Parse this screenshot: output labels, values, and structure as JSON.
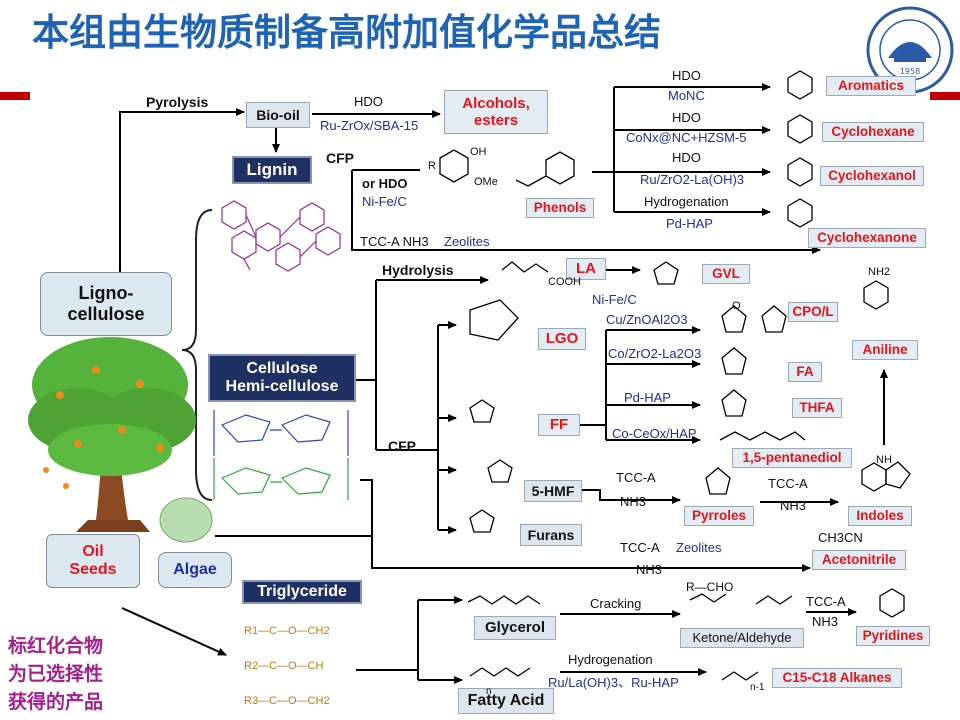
{
  "title": "本组由生物质制备高附加值化学品总结",
  "note_lines": [
    "标红化合物",
    "为已选择性",
    "获得的产品"
  ],
  "colors": {
    "title": "#1f63b5",
    "product_text": "#e8141b",
    "catalyst_text": "#1f2fa0",
    "dark_box": "#1f3163",
    "note": "#a4208c",
    "accent_bar": "#c00000"
  },
  "feedstocks": {
    "lignocellulose": "Ligno-\ncellulose",
    "oil_seeds": "Oil\nSeeds",
    "algae": "Algae"
  },
  "components": {
    "lignin": "Lignin",
    "cellulose": "Cellulose\nHemi-cellulose",
    "triglyceride": "Triglyceride"
  },
  "intermediates": {
    "bio_oil": "Bio-oil",
    "hmf": "5-HMF",
    "furans": "Furans",
    "glycerol": "Glycerol",
    "fatty_acid": "Fatty Acid",
    "ketone_aldehyde": "Ketone/Aldehyde"
  },
  "products": {
    "alcohols_esters": "Alcohols,\nesters",
    "aromatics": "Aromatics",
    "cyclohexane": "Cyclohexane",
    "cyclohexanol": "Cyclohexanol",
    "cyclohexanone": "Cyclohexanone",
    "phenols": "Phenols",
    "la": "LA",
    "gvl": "GVL",
    "lgo": "LGO",
    "ff": "FF",
    "cpo_l": "CPO/L",
    "fa": "FA",
    "thfa": "THFA",
    "pentanediol": "1,5-pentanediol",
    "aniline": "Aniline",
    "pyrroles": "Pyrroles",
    "indoles": "Indoles",
    "acetonitrile": "Acetonitrile",
    "pyridines": "Pyridines",
    "alkanes": "C15-C18 Alkanes"
  },
  "process_labels": {
    "pyrolysis": "Pyrolysis",
    "hdo_1": "HDO",
    "hdo_2": "HDO",
    "hdo_3": "HDO",
    "hdo_4": "HDO",
    "hydrogenation_1": "Hydrogenation",
    "cfp_1": "CFP",
    "or_hdo": "or HDO",
    "hydrolysis": "Hydrolysis",
    "cfp_2": "CFP",
    "cracking": "Cracking",
    "hydrogenation_2": "Hydrogenation",
    "tcc_a_1": "TCC-A",
    "nh3_1": "NH3",
    "tcc_a_2": "TCC-A",
    "nh3_2": "NH3",
    "tcc_a_3": "TCC-A",
    "nh3_3": "NH3",
    "tcc_a_nh3_zeolites_a": "TCC-A NH3",
    "tcc_a_zeolites_b": "TCC-A",
    "nh3_4": "NH3",
    "tcc_a_4": "TCC-A",
    "nh3_5": "NH3"
  },
  "catalysts": {
    "ru_zrox": "Ru-ZrOx/SBA-15",
    "monc": "MoNC",
    "conx": "CoNx@NC+HZSM-5",
    "ru_zro2": "Ru/ZrO2-La(OH)3",
    "pd_hap_1": "Pd-HAP",
    "ni_fe_c_1": "Ni-Fe/C",
    "zeolites_1": "Zeolites",
    "ni_fe_c_2": "Ni-Fe/C",
    "cu_znoal": "Cu/ZnOAl2O3",
    "co_zro2": "Co/ZrO2-La2O3",
    "pd_hap_2": "Pd-HAP",
    "co_ceox": "Co-CeOx/HAP",
    "zeolites_2": "Zeolites",
    "ru_la": "Ru/La(OH)3、Ru-HAP"
  },
  "structure_labels": {
    "r_cho": "R—CHO",
    "ch3cn": "CH3CN",
    "nh2": "NH2",
    "oh": "OH",
    "ome": "OMe",
    "cooh": "COOH",
    "nh": "NH",
    "r": "R",
    "n": "n",
    "n_minus_1": "n-1",
    "o": "O",
    "tg_r1": "R1—C—O—CH2",
    "tg_r2": "R2—C—O—CH",
    "tg_r3": "R3—C—O—CH2"
  },
  "logo": {
    "year": "1958"
  }
}
